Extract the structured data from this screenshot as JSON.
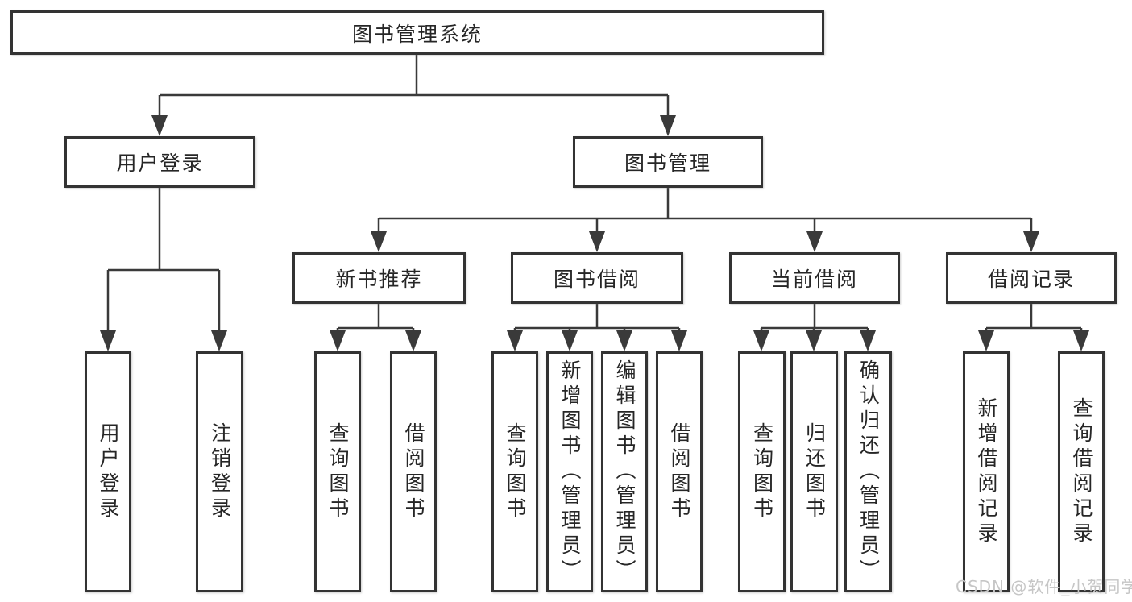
{
  "tree": {
    "label": "图书管理系统",
    "children": [
      {
        "label": "用户登录",
        "children": [
          {
            "label": "用户登录"
          },
          {
            "label": "注销登录"
          }
        ]
      },
      {
        "label": "图书管理",
        "children": [
          {
            "label": "新书推荐",
            "children": [
              {
                "label": "查询图书"
              },
              {
                "label": "借阅图书"
              }
            ]
          },
          {
            "label": "图书借阅",
            "children": [
              {
                "label": "查询图书"
              },
              {
                "label": "新增图书（管理员）"
              },
              {
                "label": "编辑图书（管理员）"
              },
              {
                "label": "借阅图书"
              }
            ]
          },
          {
            "label": "当前借阅",
            "children": [
              {
                "label": "查询图书"
              },
              {
                "label": "归还图书"
              },
              {
                "label": "确认归还（管理员）"
              }
            ]
          },
          {
            "label": "借阅记录",
            "children": [
              {
                "label": "新增借阅记录"
              },
              {
                "label": "查询借阅记录"
              }
            ]
          }
        ]
      }
    ]
  },
  "watermark": {
    "text": "CSDN @软件_小贺同学",
    "color": "#c6c6c6"
  },
  "colors": {
    "line": "#3a3a3a",
    "box_border": "#333333",
    "box_background": "#ffffff",
    "text": "#262626",
    "page_background": "#ffffff"
  }
}
